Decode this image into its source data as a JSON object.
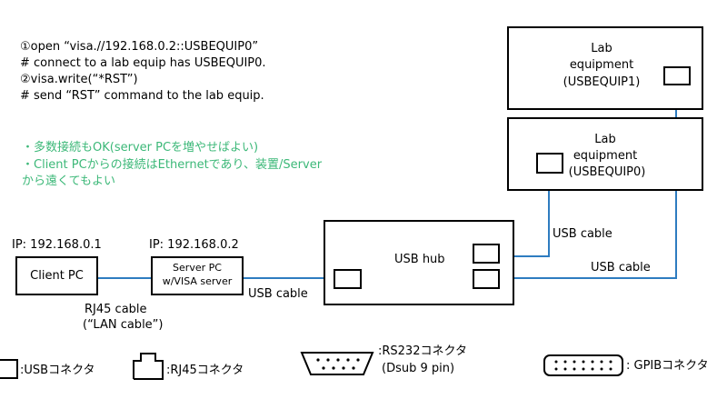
{
  "notes": {
    "line1": "①open “visa.//192.168.0.2::USBEQUIP0”",
    "line2": "# connect to a lab equip has USBEQUIP0.",
    "line3": "②visa.write(“*RST”)",
    "line4": "# send “RST” command to the lab equip."
  },
  "remarks": {
    "line1": "・多数接続もOK(server PCを増やせばよい)",
    "line2": "・Client PCからの接続はEthernetであり、装置/Server",
    "line3": "から遠くてもよい"
  },
  "equip1": {
    "line1": "Lab",
    "line2": "equipment",
    "line3": "(USBEQUIP1)"
  },
  "equip0": {
    "line1": "Lab",
    "line2": "equipment",
    "line3": "(USBEQUIP0)"
  },
  "client": {
    "ip": "IP: 192.168.0.1",
    "label": "Client PC"
  },
  "server": {
    "ip": "IP: 192.168.0.2",
    "line1": "Server PC",
    "line2": "w/VISA server"
  },
  "hub": {
    "label": "USB hub"
  },
  "cables": {
    "usb_upper": "USB cable",
    "usb_lower": "USB cable",
    "usb_server": "USB cable",
    "rj45_line1": "RJ45 cable",
    "rj45_line2": "(“LAN cable”)"
  },
  "legend": {
    "usb": ":USBコネクタ",
    "rj45": ":RJ45コネクタ",
    "rs232_line1": ":RS232コネクタ",
    "rs232_line2": "(Dsub 9 pin)",
    "gpib": ": GPIBコネクタ"
  },
  "colors": {
    "cable": "#2e7cc0",
    "remark_text": "#3cb878"
  }
}
